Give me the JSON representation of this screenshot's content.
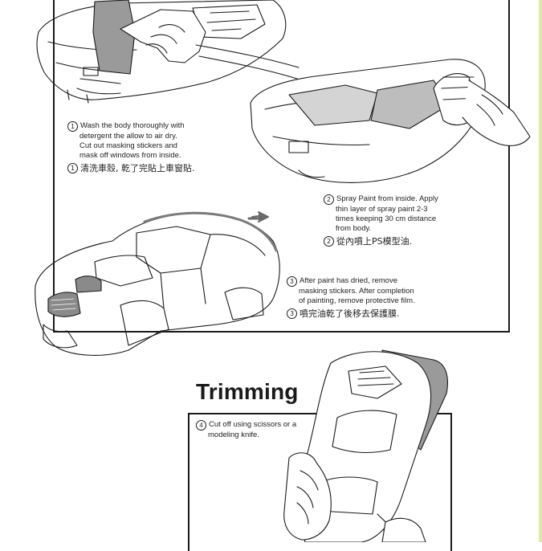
{
  "steps": [
    {
      "number": "1",
      "en_lines": [
        "Wash the body thoroughly with",
        "detergent the allow to air dry.",
        "Cut out masking stickers and",
        "mask off windows from inside."
      ],
      "zh_number": "1",
      "zh": "清洗車殼, 乾了完貼上車窗貼."
    },
    {
      "number": "2",
      "en_lines": [
        "Spray Paint from inside. Apply",
        "thin layer of spray paint 2-3",
        "times keeping 30 cm distance",
        "from body."
      ],
      "zh_number": "2",
      "zh": "從內噴上PS模型油."
    },
    {
      "number": "3",
      "en_lines": [
        "After paint has dried, remove",
        "masking stickers. After completion",
        "of painting, remove protective film."
      ],
      "zh_number": "3",
      "zh": "噴完油乾了後移去保護膜."
    },
    {
      "number": "4",
      "en_lines": [
        "Cut off using scissors or a",
        "modeling knife."
      ]
    }
  ],
  "section_heading": "Trimming",
  "colors": {
    "line_art": "#1a1a1a",
    "shading": "#9a9a9a",
    "page_edge": "#dfe9a8"
  },
  "illustrations": [
    "car-body-washing",
    "spray-painting",
    "painted-car-body",
    "trimming-with-scissors"
  ]
}
